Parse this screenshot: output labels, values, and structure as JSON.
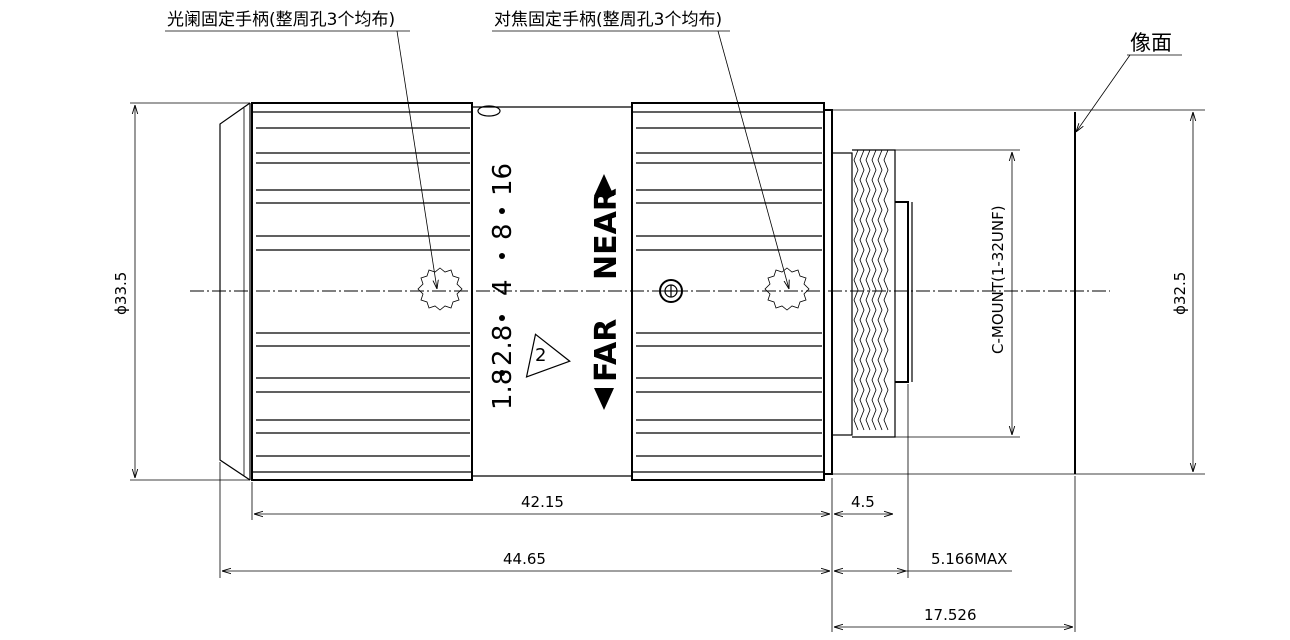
{
  "labels": {
    "iris_handle": "光阑固定手柄(整周孔3个均布)",
    "focus_handle": "对焦固定手柄(整周孔3个均布)",
    "image_plane": "像面",
    "mount": "C-MOUNT(1-32UNF)"
  },
  "dimensions": {
    "front_diameter": "ϕ33.5",
    "rear_diameter": "ϕ32.5",
    "body_length": "42.15",
    "total_length": "44.65",
    "mount_length": "4.5",
    "back_protrusion": "5.166MAX",
    "flange_distance": "17.526"
  },
  "aperture_scale": {
    "values": [
      "1.8",
      "2.8",
      "4",
      "8",
      "16"
    ],
    "warning_number": "2"
  },
  "focus_scale": {
    "near": "NEAR",
    "far": "FAR"
  }
}
